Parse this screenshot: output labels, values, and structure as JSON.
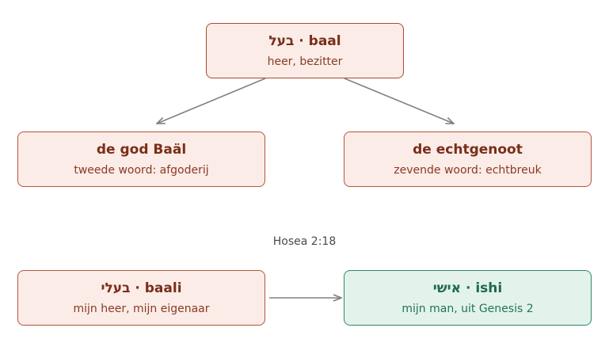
{
  "nodes": {
    "baal": {
      "title": "בעל · baal",
      "subtitle": "heer, bezitter"
    },
    "god": {
      "title": "de god Baäl",
      "subtitle": "tweede woord: afgoderij"
    },
    "echt": {
      "title": "de echtgenoot",
      "subtitle": "zevende woord: echtbreuk"
    },
    "baali": {
      "title": "בעלי · baali",
      "subtitle": "mijn heer, mijn eigenaar"
    },
    "ishi": {
      "title": "אישי · ishi",
      "subtitle": "mijn man, uit Genesis 2"
    }
  },
  "caption": "Hosea 2:18",
  "colors": {
    "node_border": "#b3563f",
    "node_fill": "#fbece7",
    "green_border": "#2f8a62",
    "green_fill": "#e3f3ec",
    "arrow": "#808080"
  },
  "edges": [
    {
      "from": "baal",
      "to": "god"
    },
    {
      "from": "baal",
      "to": "echt"
    },
    {
      "from": "baali",
      "to": "ishi"
    }
  ]
}
